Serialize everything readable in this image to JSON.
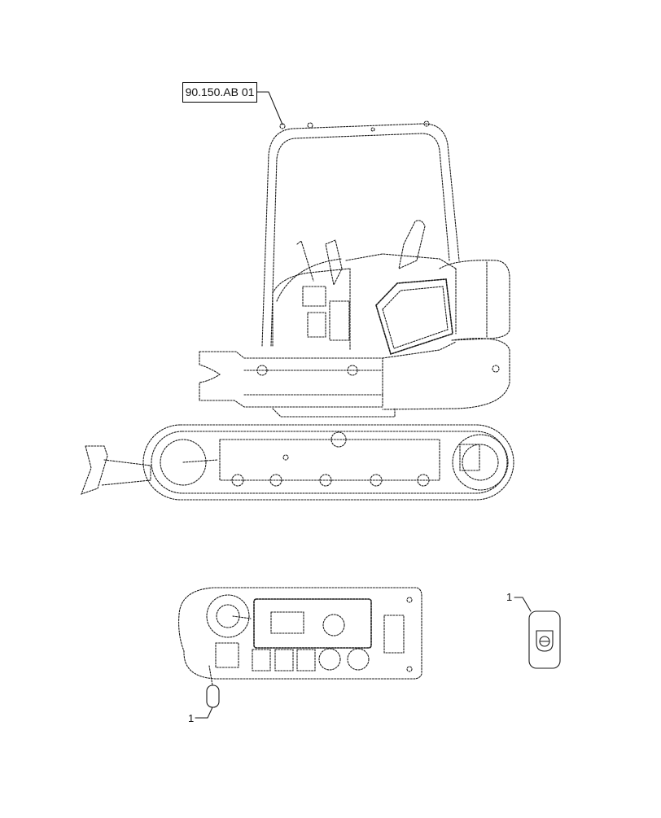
{
  "reference": {
    "label": "90.150.AB 01"
  },
  "callouts": [
    {
      "number": "1",
      "part": "decal on operator control panel"
    },
    {
      "number": "1",
      "part": "decal, detail view"
    }
  ],
  "colors": {
    "line": "#1a1a1a",
    "background": "#ffffff"
  }
}
